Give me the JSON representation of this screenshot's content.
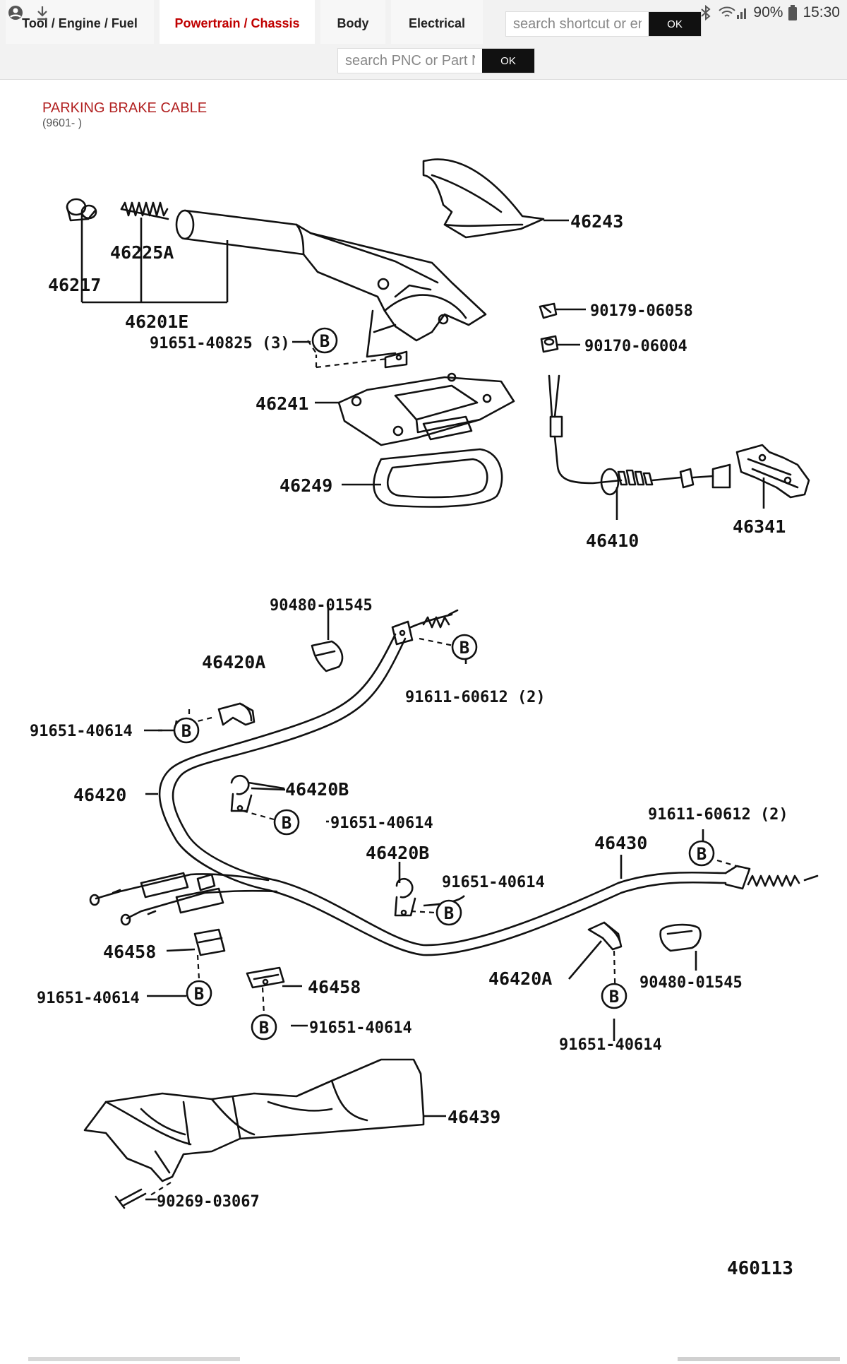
{
  "status_bar": {
    "battery": "90%",
    "time": "15:30"
  },
  "tabs": [
    {
      "label": "Tool / Engine / Fuel",
      "active": false
    },
    {
      "label": "Powertrain / Chassis",
      "active": true
    },
    {
      "label": "Body",
      "active": false
    },
    {
      "label": "Electrical",
      "active": false
    }
  ],
  "search_shortcut": {
    "placeholder": "search shortcut or endi",
    "button": "OK"
  },
  "search_part": {
    "placeholder": "search PNC or Part Num",
    "button": "OK"
  },
  "page": {
    "title": "PARKING BRAKE CABLE",
    "subtitle": "(9601- )"
  },
  "diagram": {
    "parts": {
      "p46217": "46217",
      "p46225a": "46225A",
      "p46201e": "46201E",
      "p91651_40825": "91651-40825 (3)",
      "p46243": "46243",
      "p90179_06058": "90179-06058",
      "p90170_06004": "90170-06004",
      "p46241": "46241",
      "p46249": "46249",
      "p46410": "46410",
      "p46341": "46341",
      "p90480_01545_a": "90480-01545",
      "p46420a_a": "46420A",
      "p91611_60612_a": "91611-60612 (2)",
      "p91651_40614_a": "91651-40614",
      "p46420": "46420",
      "p46420b_a": "46420B",
      "p91651_40614_b": "91651-40614",
      "p91611_60612_b": "91611-60612 (2)",
      "p46430": "46430",
      "p46420b_b": "46420B",
      "p91651_40614_c": "91651-40614",
      "p46458_a": "46458",
      "p91651_40614_d": "91651-40614",
      "p46458_b": "46458",
      "p91651_40614_e": "91651-40614",
      "p46420a_b": "46420A",
      "p90480_01545_b": "90480-01545",
      "p91651_40614_f": "91651-40614",
      "p46439": "46439",
      "p90269_03067": "90269-03067",
      "illustration_no": "460113"
    },
    "bolt_symbol": "B"
  },
  "colors": {
    "accent": "#c00000",
    "title": "#b22222"
  }
}
